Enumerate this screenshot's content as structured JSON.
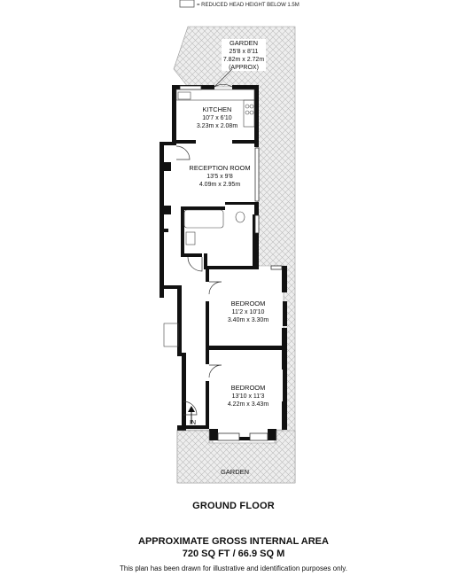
{
  "legend": {
    "text": "= REDUCED HEAD HEIGHT BELOW 1.5M"
  },
  "rooms": {
    "garden_rear": {
      "name": "GARDEN",
      "dim_imperial": "25'8 x 8'11",
      "dim_metric": "7.82m x 2.72m",
      "note": "(APPROX)"
    },
    "kitchen": {
      "name": "KITCHEN",
      "dim_imperial": "10'7 x 6'10",
      "dim_metric": "3.23m x 2.08m"
    },
    "reception": {
      "name": "RECEPTION ROOM",
      "dim_imperial": "13'5 x 9'8",
      "dim_metric": "4.09m x 2.95m"
    },
    "bedroom_1": {
      "name": "BEDROOM",
      "dim_imperial": "11'2 x 10'10",
      "dim_metric": "3.40m x 3.30m"
    },
    "bedroom_2": {
      "name": "BEDROOM",
      "dim_imperial": "13'10 x 11'3",
      "dim_metric": "4.22m x 3.43m"
    },
    "garden_front": {
      "name": "GARDEN"
    }
  },
  "entrance": {
    "label": "IN"
  },
  "floor": {
    "title": "GROUND FLOOR"
  },
  "area": {
    "line1": "APPROXIMATE GROSS INTERNAL AREA",
    "line2": "720 SQ FT / 66.9 SQ M"
  },
  "disclaimer": "This plan has been drawn for illustrative and identification purposes only.",
  "colors": {
    "garden_fill": "#eeeeee",
    "hatch": "#b8b8b8",
    "wall": "#111111"
  }
}
